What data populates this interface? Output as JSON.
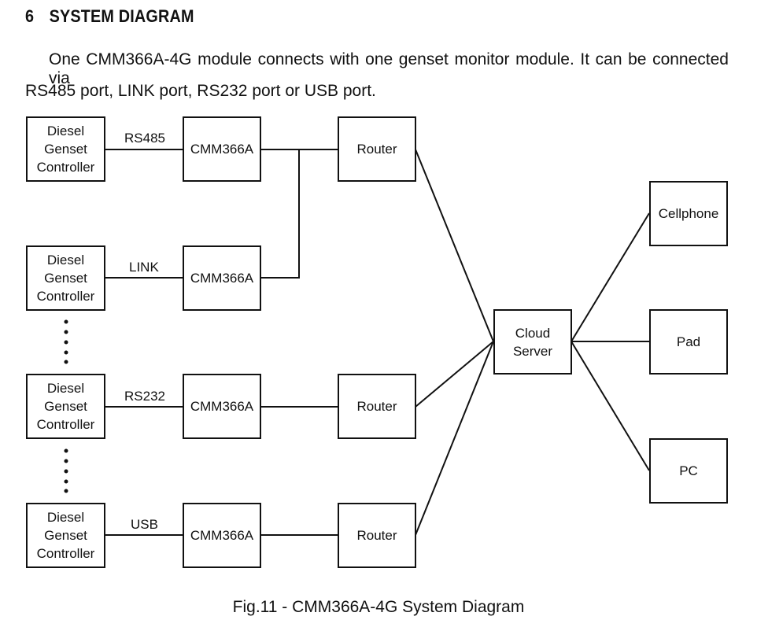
{
  "section": {
    "number": "6",
    "title": "SYSTEM DIAGRAM"
  },
  "paragraph": {
    "line1": "One CMM366A-4G module connects with one genset monitor module. It can be connected via",
    "line2": "RS485 port, LINK port, RS232 port or USB port."
  },
  "diagram": {
    "rows": [
      {
        "controller": "Diesel Genset Controller",
        "port": "RS485",
        "module": "CMM366A",
        "router": "Router"
      },
      {
        "controller": "Diesel Genset Controller",
        "port": "LINK",
        "module": "CMM366A",
        "router": null
      },
      {
        "controller": "Diesel Genset Controller",
        "port": "RS232",
        "module": "CMM366A",
        "router": "Router"
      },
      {
        "controller": "Diesel Genset Controller",
        "port": "USB",
        "module": "CMM366A",
        "router": "Router"
      }
    ],
    "controller_line1": "Diesel Genset",
    "controller_line2": "Controller",
    "cloud": {
      "line1": "Cloud",
      "line2": "Server"
    },
    "clients": [
      "Cellphone",
      "Pad",
      "PC"
    ],
    "continuation_marker": "⋮"
  },
  "caption": "Fig.11 - CMM366A-4G System Diagram"
}
